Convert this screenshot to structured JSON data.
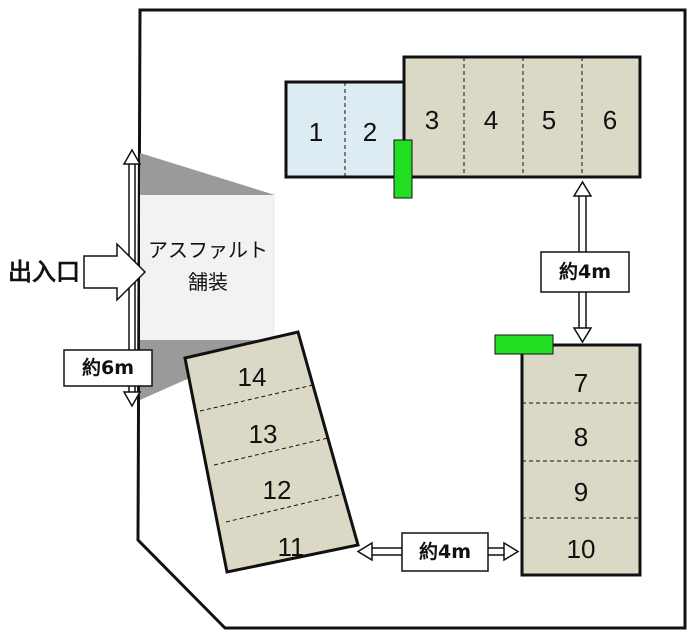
{
  "entrance_label": "出入口",
  "asphalt": {
    "line1": "アスファルト",
    "line2": "舗装"
  },
  "dimensions": {
    "top_right": "約4m",
    "bottom": "約4m",
    "left": "約6m"
  },
  "spaces": [
    "1",
    "2",
    "3",
    "4",
    "5",
    "6",
    "7",
    "8",
    "9",
    "10",
    "11",
    "12",
    "13",
    "14"
  ],
  "colors": {
    "blue_space": "#dcecf2",
    "beige_space": "#dcd8c6",
    "green_marker": "#22dd22",
    "asphalt": "#f2f2f2",
    "shadow": "#9a9a9a"
  }
}
